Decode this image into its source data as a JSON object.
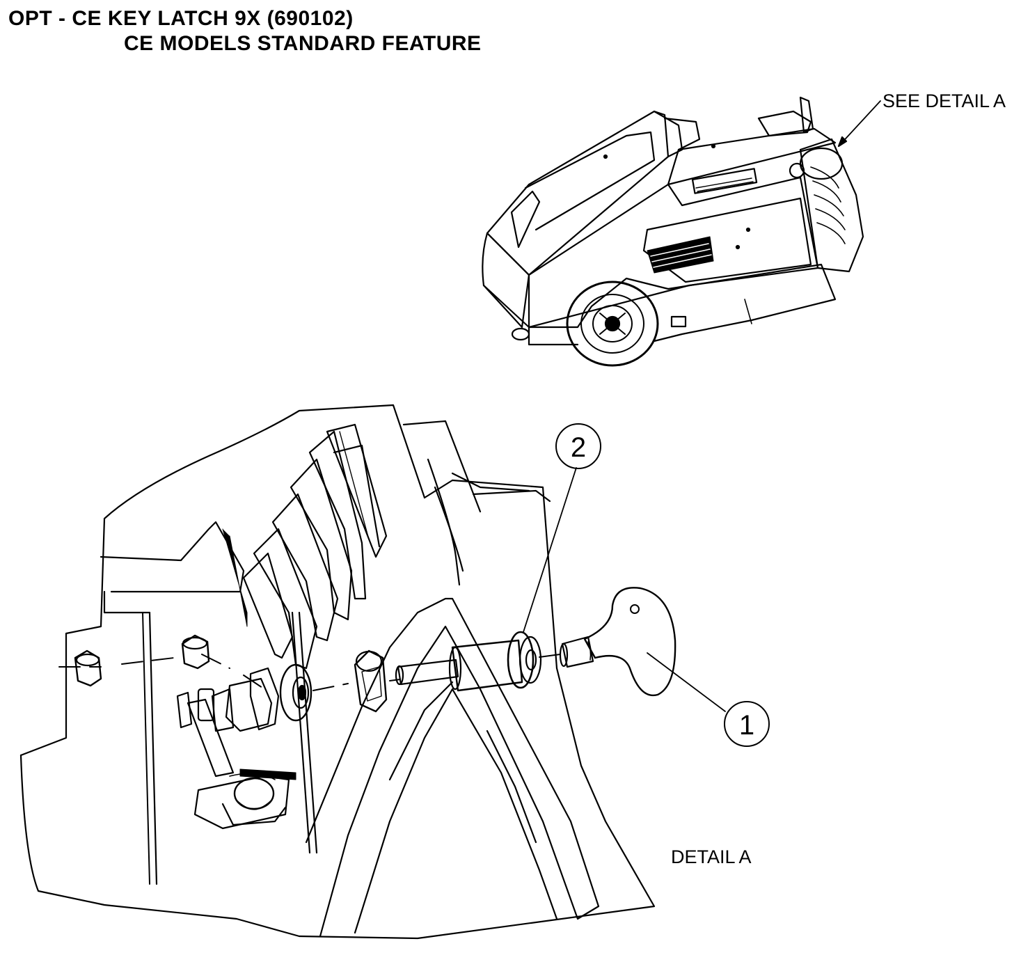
{
  "title": {
    "line1": "OPT - CE KEY LATCH 9X (690102)",
    "line2": "CE MODELS STANDARD FEATURE"
  },
  "overview": {
    "callout": "SEE DETAIL A"
  },
  "detail": {
    "label": "DETAIL A",
    "balloons": [
      {
        "number": "1",
        "part": "key"
      },
      {
        "number": "2",
        "part": "latch-bushing"
      }
    ]
  },
  "colors": {
    "line": "#000000",
    "background": "#ffffff"
  }
}
